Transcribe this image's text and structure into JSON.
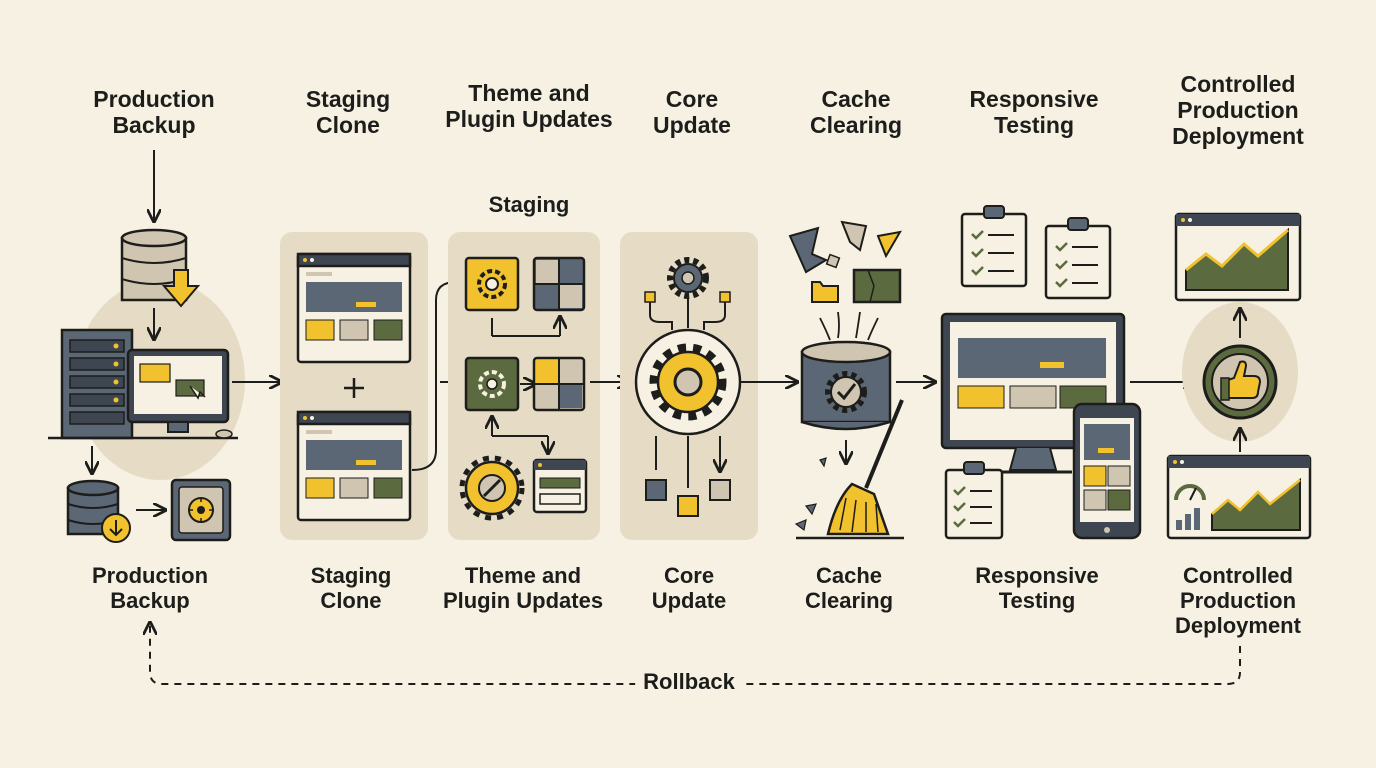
{
  "stages": [
    {
      "id": "production-backup",
      "label": "Production\nBackup"
    },
    {
      "id": "staging-clone",
      "label": "Staging\nClone"
    },
    {
      "id": "theme-plugin-updates",
      "label": "Theme and\nPlugin Updates"
    },
    {
      "id": "core-update",
      "label": "Core\nUpdate"
    },
    {
      "id": "cache-clearing",
      "label": "Cache\nClearing"
    },
    {
      "id": "responsive-testing",
      "label": "Responsive\nTesting"
    },
    {
      "id": "controlled-deployment",
      "label": "Controlled\nProduction\nDeployment"
    }
  ],
  "group_label": "Staging",
  "rollback_label": "Rollback",
  "colors": {
    "background": "#f6f1e2",
    "panel": "#e6dcc6",
    "accent_yellow": "#f2c12e",
    "slate": "#5c6776",
    "olive": "#5b6b3f",
    "beige": "#cfc5b0",
    "ink": "#1d1d1b"
  }
}
